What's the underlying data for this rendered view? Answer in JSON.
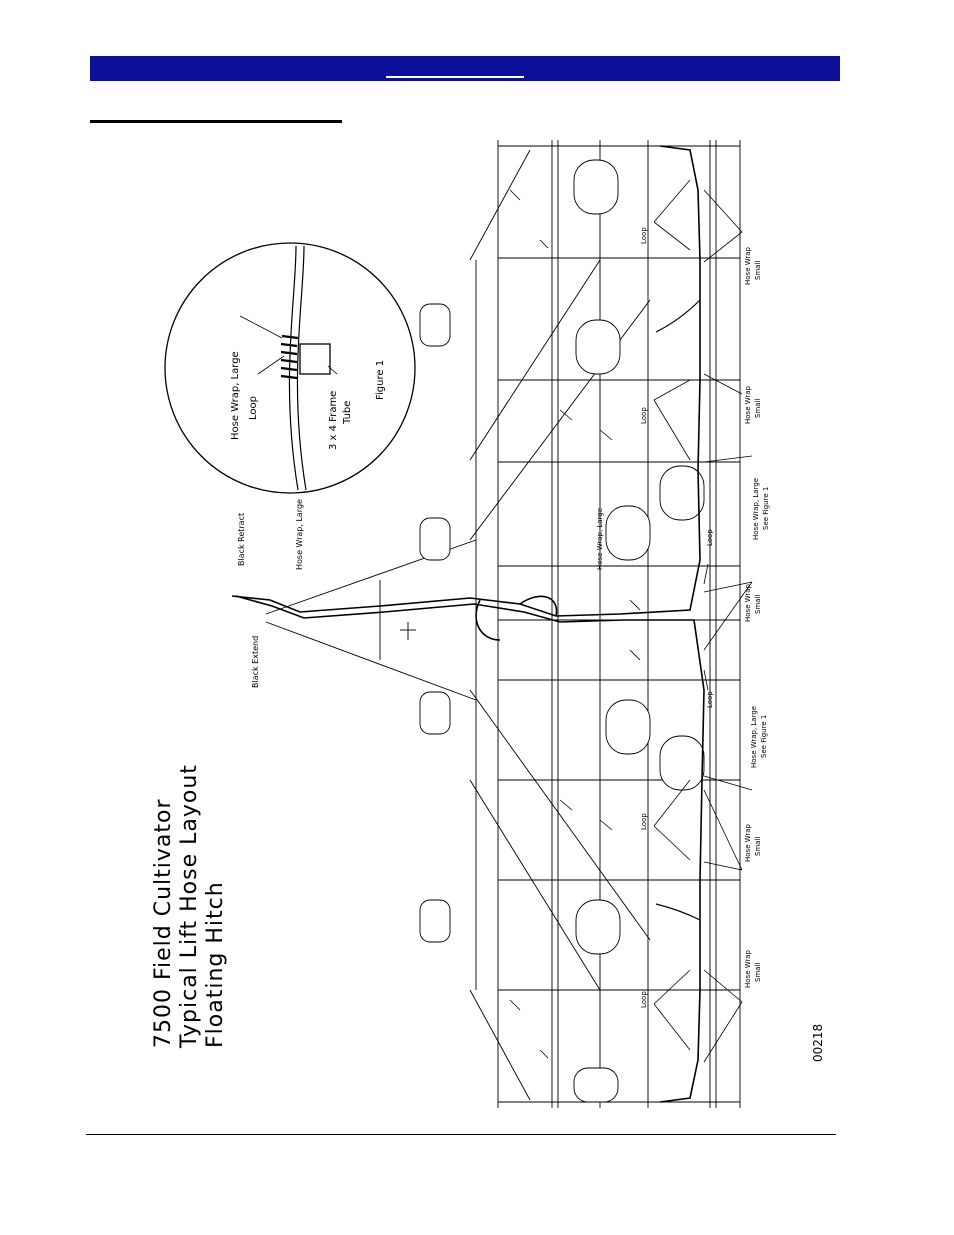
{
  "title": {
    "line1": "7500 Field Cultivator",
    "line2": "Typical Lift Hose Layout",
    "line3": "Floating Hitch"
  },
  "figure_number": "00218",
  "detail": {
    "hose_wrap_large": "Hose Wrap, Large",
    "loop": "Loop",
    "frame_tube_line1": "3 x 4 Frame",
    "frame_tube_line2": "Tube",
    "figure": "Figure 1"
  },
  "hitch_labels": {
    "black_retract": "Black Retract",
    "black_extend": "Black Extend",
    "hose_wrap_large": "Hose Wrap, Large"
  },
  "callouts": {
    "loop": "Loop",
    "hose_wrap": "Hose Wrap",
    "small": "Small",
    "hose_wrap_large": "Hose Wrap, Large",
    "see_figure_1": "See Figure 1"
  },
  "colors": {
    "header_bar": "#0b0f99",
    "line": "#000000"
  }
}
